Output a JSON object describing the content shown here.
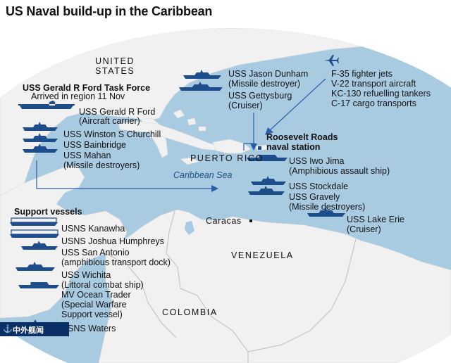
{
  "title": "US Naval build-up in the Caribbean",
  "colors": {
    "land": "#f1f1f1",
    "sea": "#a9cbe2",
    "ship": "#1e4d8c",
    "arrow": "#2a5fa8",
    "text": "#111111"
  },
  "regions": {
    "us": [
      "UNITED",
      "STATES"
    ],
    "puerto_rico": "PUERTO RICO",
    "sea": "Caribbean Sea",
    "venezuela": "VENEZUELA",
    "colombia": "COLOMBIA",
    "caracas": "Caracas"
  },
  "ford_group": {
    "heading": "USS Gerald R Ford Task Force",
    "arrival": "Arrived in region 11 Nov",
    "carrier": [
      "USS Gerald R Ford",
      "(Aircraft carrier)"
    ],
    "destroyers": [
      "USS Winston S Churchill",
      "USS Bainbridge",
      "USS Mahan",
      "(Missile destroyers)"
    ]
  },
  "north_group": [
    "USS Jason Dunham",
    "(Missile destroyer)",
    "USS Gettysburg",
    "(Cruiser)"
  ],
  "aircraft": [
    "F-35 fighter jets",
    "V-22 transport aircraft",
    "KC-130 refuelling tankers",
    "C-17 cargo transports"
  ],
  "station": [
    "Roosevelt Roads",
    "naval station"
  ],
  "amphib_group": {
    "iwo": [
      "USS Iwo Jima",
      "(Amphibious assault ship)"
    ],
    "destroyers": [
      "USS Stockdale",
      "USS Gravely",
      "(Missile destroyers)"
    ],
    "lake_erie": [
      "USS Lake Erie",
      "(Cruiser)"
    ]
  },
  "support": {
    "heading": "Support vessels",
    "items": [
      "USNS Kanawha",
      "USNS Joshua Humphreys",
      "USS San Antonio",
      "(amphibious transport dock)",
      "USS Wichita",
      "(Littoral combat ship)",
      "MV Ocean Trader",
      "(Special Warfare",
      "Support vessel)",
      "USNS Waters"
    ]
  },
  "logo_text": "中外舰闻"
}
